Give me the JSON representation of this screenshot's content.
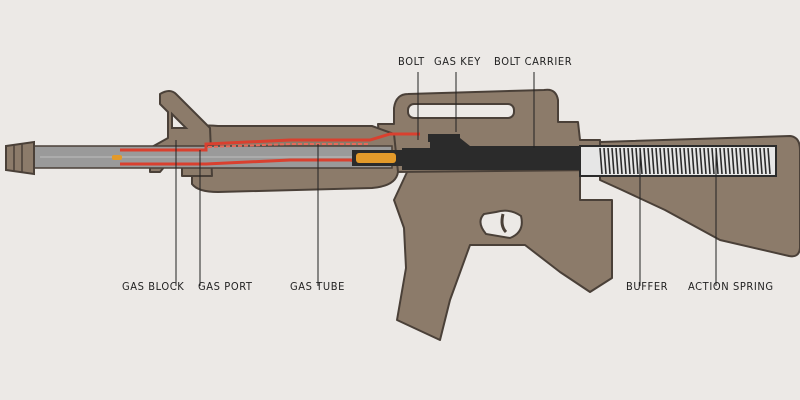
{
  "colors": {
    "background": "#ece9e6",
    "body": "#8c7b6a",
    "body_stroke": "#4a4038",
    "metal_dark": "#2b2b2b",
    "barrel_grey": "#9a9a9a",
    "gas_red": "#d9402f",
    "cartridge": "#e39a2a"
  },
  "labels": {
    "bolt": "BOLT",
    "gas_key": "GAS KEY",
    "bolt_carrier": "BOLT CARRIER",
    "gas_block": "GAS BLOCK",
    "gas_port": "GAS PORT",
    "gas_tube": "GAS TUBE",
    "buffer": "BUFFER",
    "action_spring": "ACTION SPRING"
  }
}
